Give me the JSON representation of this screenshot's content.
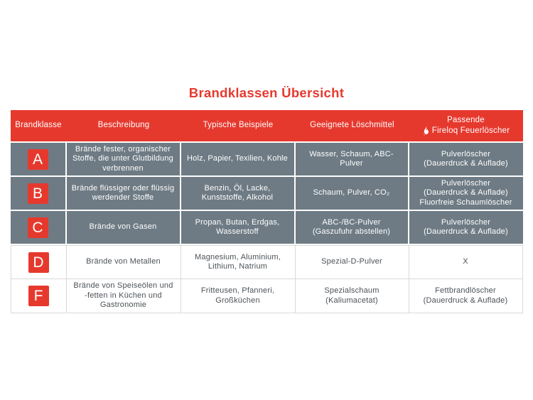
{
  "page": {
    "title": "Brandklassen Übersicht"
  },
  "colors": {
    "accent_red": "#E6392E",
    "row_slate": "#6E7B84",
    "dark_text": "#4C5257",
    "light_border": "#D9D9D9"
  },
  "icons": {
    "flame": "flame-icon"
  },
  "table": {
    "headers": {
      "brandklasse": "Brandklasse",
      "beschreibung": "Beschreibung",
      "beispiele": "Typische Beispiele",
      "loeschmittel": "Geeignete Löschmittel",
      "passende_line1": "Passende",
      "passende_line2": "Fireloq Feuerlöscher"
    },
    "rows": [
      {
        "klasse": "A",
        "beschreibung": "Brände fester, organischer\nStoffe, die unter Glutbildung\nverbrennen",
        "beispiele": "Holz, Papier, Texilien, Kohle",
        "loeschmittel": "Wasser, Schaum, ABC-Pulver",
        "feuerloescher": "Pulverlöscher\n(Dauerdruck & Auflade)"
      },
      {
        "klasse": "B",
        "beschreibung": "Brände flüssiger oder flüssig\nwerdender Stoffe",
        "beispiele": "Benzin, Öl, Lacke,\nKunststoffe, Alkohol",
        "loeschmittel": "Schaum, Pulver, CO₂",
        "feuerloescher": "Pulverlöscher\n(Dauerdruck & Auflade)\nFluorfreie Schaumlöscher"
      },
      {
        "klasse": "C",
        "beschreibung": "Brände von Gasen",
        "beispiele": "Propan, Butan, Erdgas,\nWasserstoff",
        "loeschmittel": "ABC-/BC-Pulver\n(Gaszufuhr abstellen)",
        "feuerloescher": "Pulverlöscher\n(Dauerdruck & Auflade)"
      },
      {
        "klasse": "D",
        "beschreibung": "Brände von Metallen",
        "beispiele": "Magnesium, Aluminium,\nLithium, Natrium",
        "loeschmittel": "Spezial-D-Pulver",
        "feuerloescher": "X"
      },
      {
        "klasse": "F",
        "beschreibung": "Brände von Speiseölen und\n-fetten in Küchen und\nGastronomie",
        "beispiele": "Fritteusen, Pfanneri,\nGroßküchen",
        "loeschmittel": "Spezialschaum\n(Kaliumacetat)",
        "feuerloescher": "Fettbrandlöscher\n(Dauerdruck & Auflade)"
      }
    ]
  }
}
